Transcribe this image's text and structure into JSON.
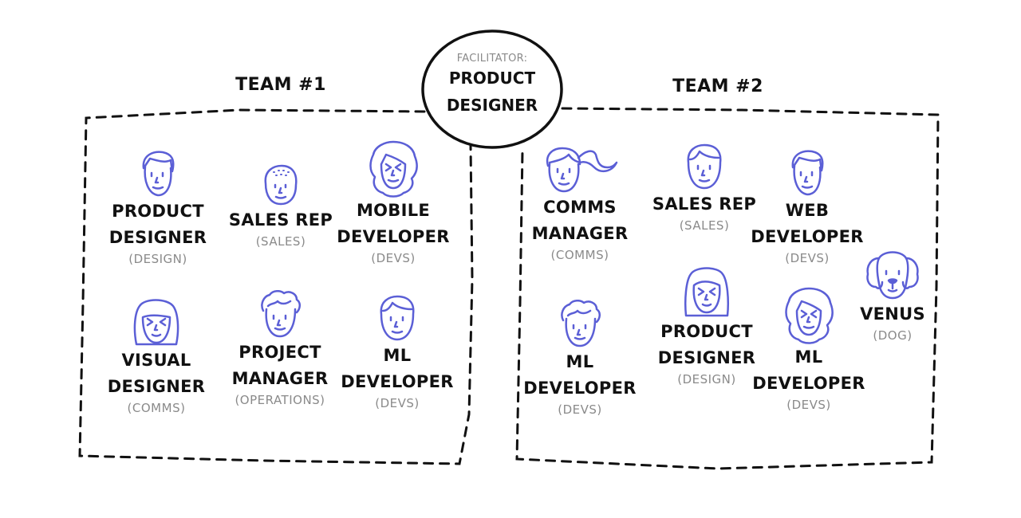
{
  "facilitator": {
    "label": "FACILITATOR:",
    "role_line1": "PRODUCT",
    "role_line2": "DESIGNER"
  },
  "team1": {
    "title": "TEAM #1",
    "members": [
      {
        "role_line1": "PRODUCT",
        "role_line2": "DESIGNER",
        "dept": "(DESIGN)",
        "avatar": "man-short-hair-avatar"
      },
      {
        "role_line1": "SALES REP",
        "role_line2": "",
        "dept": "(SALES)",
        "avatar": "bald-man-avatar"
      },
      {
        "role_line1": "MOBILE",
        "role_line2": "DEVELOPER",
        "dept": "(DEVS)",
        "avatar": "curly-hair-woman-avatar"
      },
      {
        "role_line1": "VISUAL",
        "role_line2": "DESIGNER",
        "dept": "(COMMS)",
        "avatar": "bob-hair-woman-avatar"
      },
      {
        "role_line1": "PROJECT",
        "role_line2": "MANAGER",
        "dept": "(OPERATIONS)",
        "avatar": "wavy-hair-man-avatar"
      },
      {
        "role_line1": "ML",
        "role_line2": "DEVELOPER",
        "dept": "(DEVS)",
        "avatar": "man-avatar"
      }
    ]
  },
  "team2": {
    "title": "TEAM #2",
    "members": [
      {
        "role_line1": "COMMS",
        "role_line2": "MANAGER",
        "dept": "(COMMS)",
        "avatar": "ponytail-woman-avatar"
      },
      {
        "role_line1": "SALES REP",
        "role_line2": "",
        "dept": "(SALES)",
        "avatar": "man-avatar"
      },
      {
        "role_line1": "WEB",
        "role_line2": "DEVELOPER",
        "dept": "(DEVS)",
        "avatar": "man-short-hair-avatar"
      },
      {
        "role_line1": "ML",
        "role_line2": "DEVELOPER",
        "dept": "(DEVS)",
        "avatar": "wavy-hair-man-avatar"
      },
      {
        "role_line1": "PRODUCT",
        "role_line2": "DESIGNER",
        "dept": "(DESIGN)",
        "avatar": "long-hair-woman-avatar"
      },
      {
        "role_line1": "ML",
        "role_line2": "DEVELOPER",
        "dept": "(DEVS)",
        "avatar": "curly-hair-woman-avatar"
      },
      {
        "role_line1": "VENUS",
        "role_line2": "",
        "dept": "(DOG)",
        "avatar": "dog-avatar"
      }
    ]
  },
  "colors": {
    "avatar_stroke": "#5b5fd6",
    "text": "#111111",
    "muted": "#8a8a8a"
  }
}
